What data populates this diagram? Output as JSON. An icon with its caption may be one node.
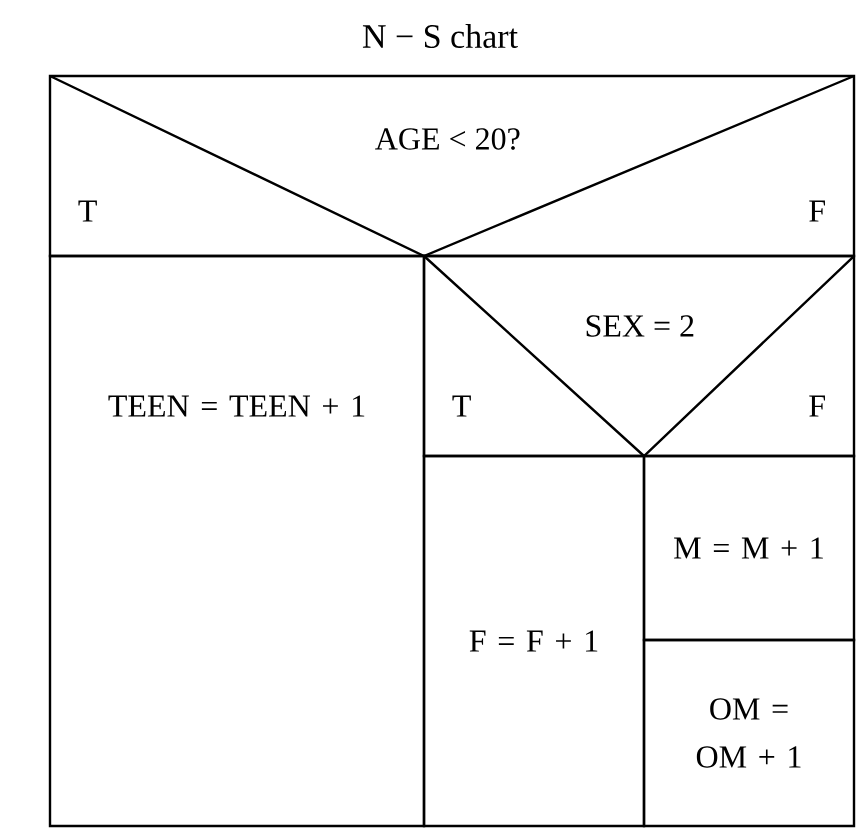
{
  "diagram": {
    "title": "N − S chart",
    "nodes": [
      {
        "text": [
          "AGE < 20?",
          "T",
          "F"
        ]
      },
      {
        "text": [
          "TEEN = TEEN + 1"
        ]
      },
      {
        "text": [
          "SEX = 2",
          "T",
          "F"
        ]
      },
      {
        "text": [
          "F = F + 1"
        ]
      },
      {
        "text": [
          "M = M + 1"
        ]
      },
      {
        "text": [
          "OM = OM + 1"
        ]
      }
    ]
  }
}
